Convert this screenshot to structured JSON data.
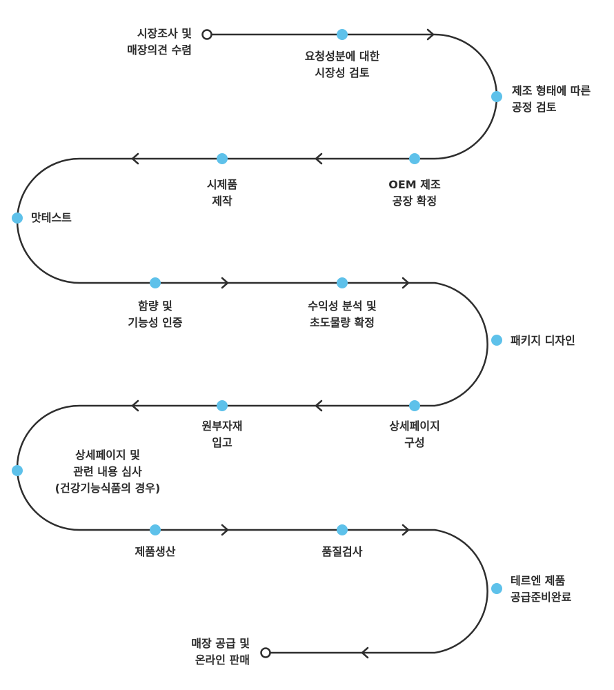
{
  "colors": {
    "path": "#2e2e2e",
    "dot": "#5ec1ea",
    "text": "#2b2b2b"
  },
  "start_label": [
    "시장조사 및",
    "매장의견 수렴"
  ],
  "end_label": [
    "매장 공급 및",
    "온라인 판매"
  ],
  "steps": [
    {
      "lines": [
        "요청성분에 대한",
        "시장성 검토"
      ]
    },
    {
      "lines": [
        "제조 형태에 따른",
        "공정 검토"
      ]
    },
    {
      "lines": [
        "OEM 제조",
        "공장 확정"
      ]
    },
    {
      "lines": [
        "시제품",
        "제작"
      ]
    },
    {
      "lines": [
        "맛테스트"
      ]
    },
    {
      "lines": [
        "함량 및",
        "기능성 인증"
      ]
    },
    {
      "lines": [
        "수익성 분석 및",
        "초도물량 확정"
      ]
    },
    {
      "lines": [
        "패키지 디자인"
      ]
    },
    {
      "lines": [
        "상세페이지",
        "구성"
      ]
    },
    {
      "lines": [
        "원부자재",
        "입고"
      ]
    },
    {
      "lines": [
        "상세페이지 및",
        "관련 내용 심사",
        "(건강기능식품의 경우)"
      ]
    },
    {
      "lines": [
        "제품생산"
      ]
    },
    {
      "lines": [
        "품질검사"
      ]
    },
    {
      "lines": [
        "테르엔 제품",
        "공급준비완료"
      ]
    }
  ]
}
